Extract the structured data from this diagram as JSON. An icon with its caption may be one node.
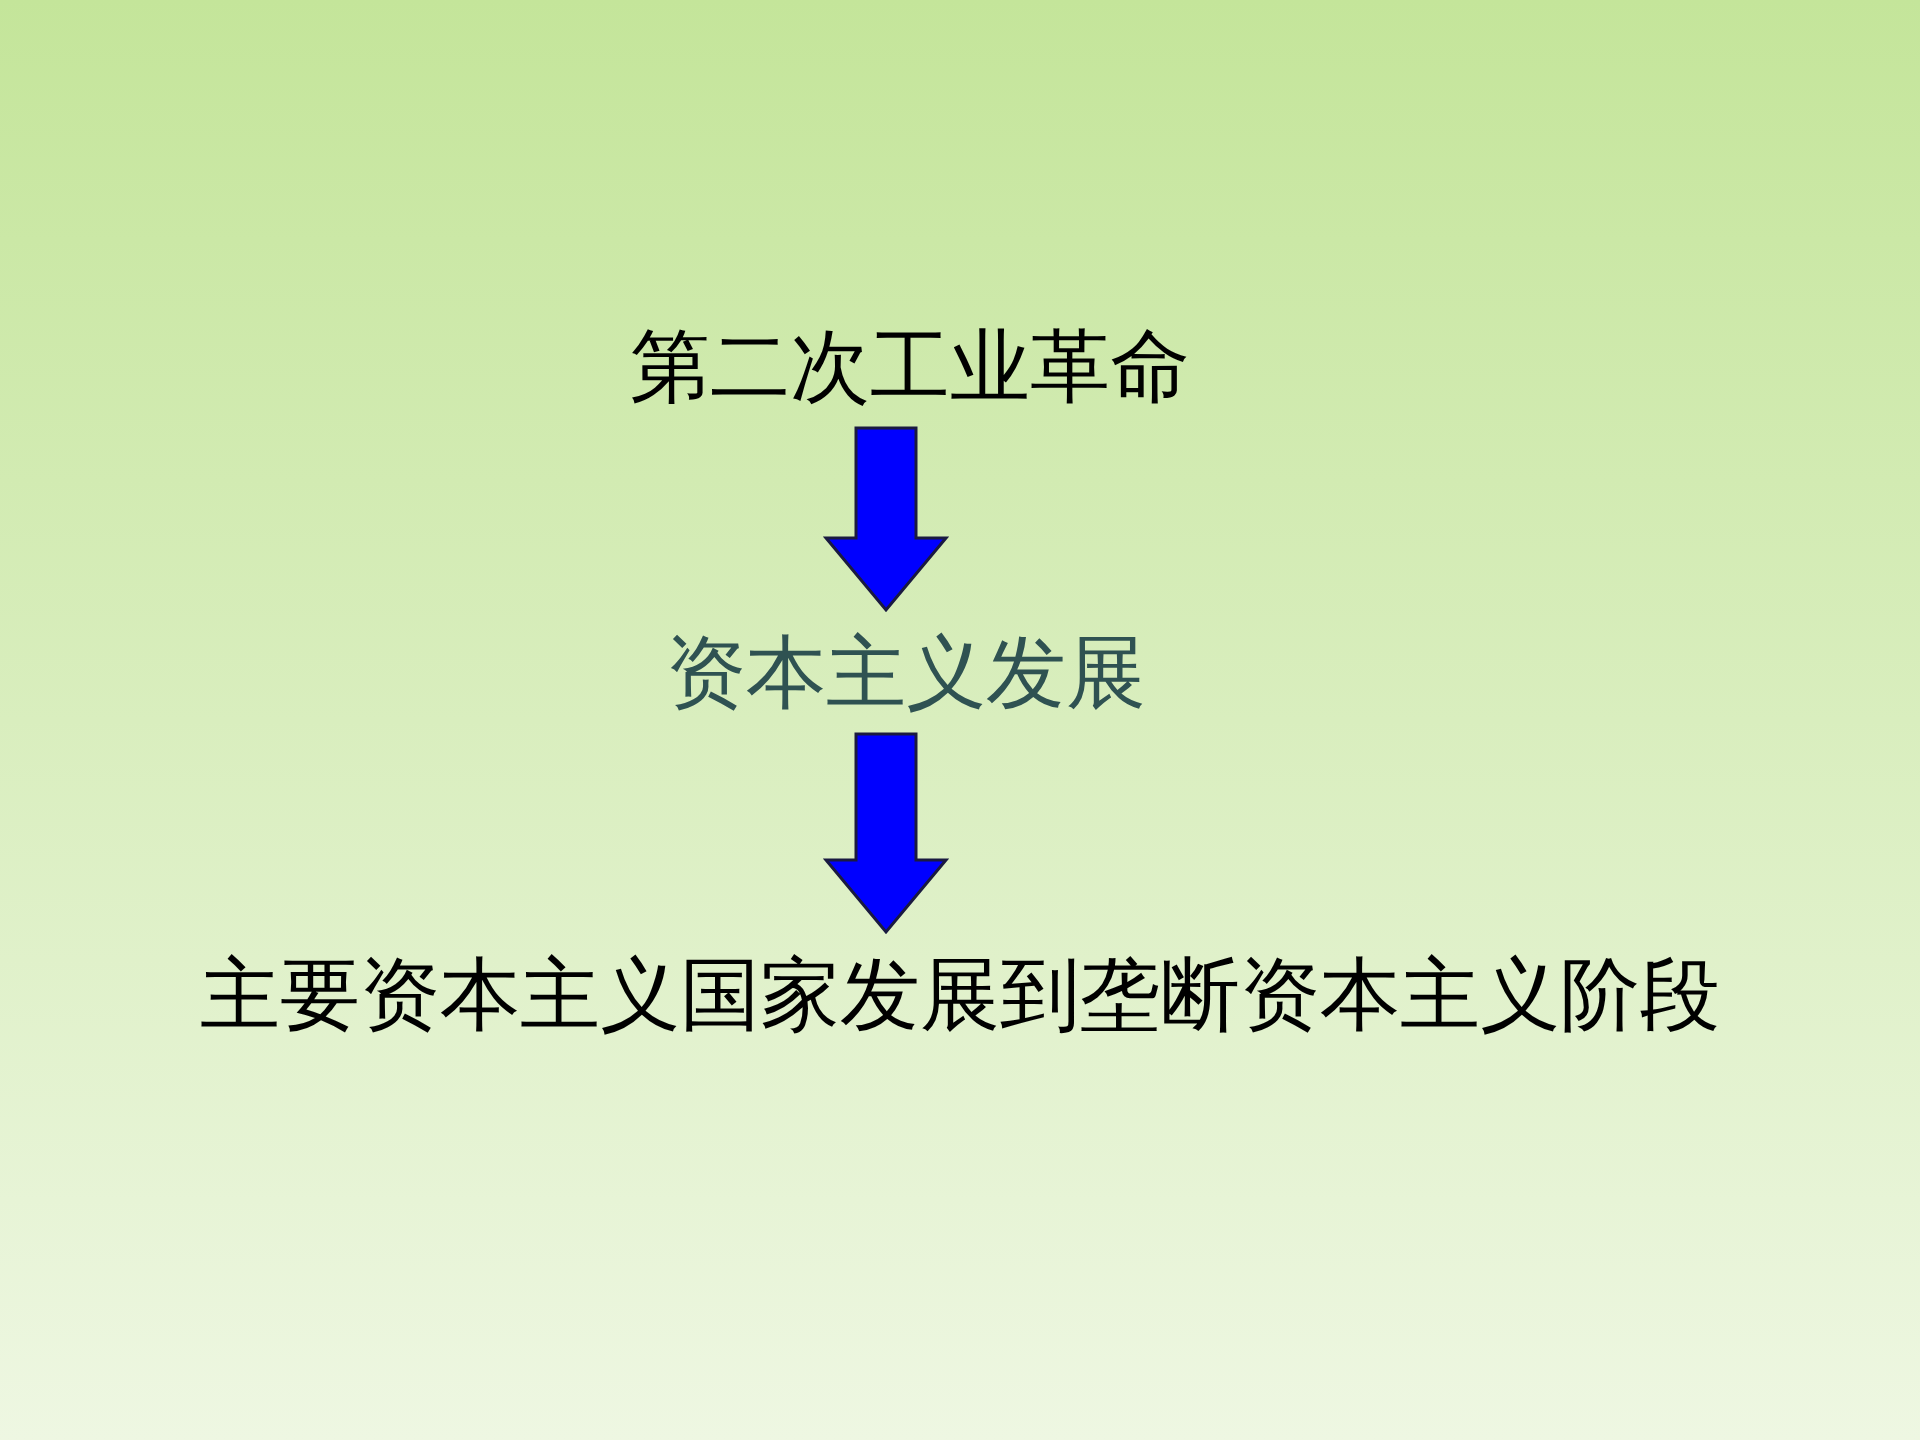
{
  "diagram": {
    "nodes": [
      {
        "text": [
          "第二次工业革命"
        ]
      },
      {
        "text": [
          "资本主义发展"
        ]
      },
      {
        "text": [
          "主要资本主义国家发展到垄断资本主义阶段"
        ]
      }
    ],
    "edges": [
      {
        "from": 0,
        "to": 1,
        "arrow": "to",
        "color": "#0000ff"
      },
      {
        "from": 1,
        "to": 2,
        "arrow": "to",
        "color": "#0000ff"
      }
    ]
  }
}
